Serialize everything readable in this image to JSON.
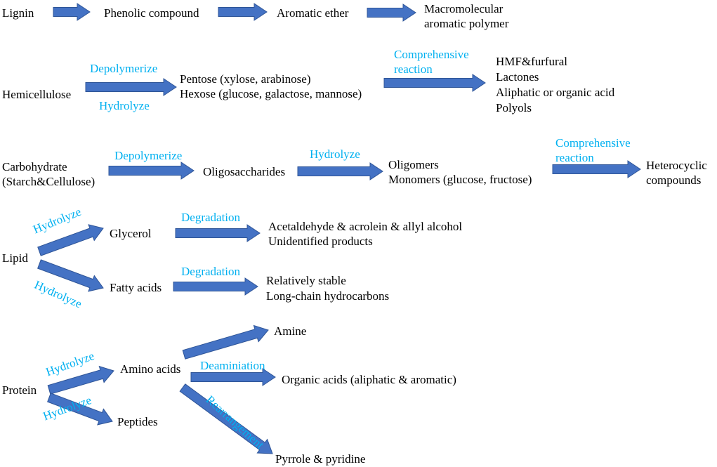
{
  "colors": {
    "arrow_fill": "#4472C4",
    "arrow_stroke": "#2F5597",
    "label": "#00B0F0",
    "text": "#000000"
  },
  "lignin": {
    "source": "Lignin",
    "step1": "Phenolic compound",
    "step2": "Aromatic ether",
    "product_line1": "Macromolecular",
    "product_line2": "aromatic polymer"
  },
  "hemicellulose": {
    "source": "Hemicellulose",
    "label_depolymerize": "Depolymerize",
    "label_hydrolyze": "Hydrolyze",
    "sugars_line1": "Pentose (xylose, arabinose)",
    "sugars_line2": "Hexose (glucose, galactose, mannose)",
    "label_reaction_line1": "Comprehensive",
    "label_reaction_line2": "reaction",
    "products": [
      "HMF&furfural",
      "Lactones",
      "Aliphatic or organic acid",
      "Polyols"
    ]
  },
  "carbohydrate": {
    "source_line1": "Carbohydrate",
    "source_line2": "(Starch&Cellulose)",
    "label_depolymerize": "Depolymerize",
    "intermediate": "Oligosaccharides",
    "label_hydrolyze": "Hydrolyze",
    "oligomers": "Oligomers",
    "monomers": "Monomers (glucose, fructose)",
    "label_reaction_line1": "Comprehensive",
    "label_reaction_line2": "reaction",
    "product_line1": "Heterocyclic",
    "product_line2": "compounds"
  },
  "lipid": {
    "source": "Lipid",
    "label_hydrolyze_up": "Hydrolyze",
    "label_hydrolyze_down": "Hydrolyze",
    "glycerol": "Glycerol",
    "fatty_acids": "Fatty acids",
    "label_degradation_1": "Degradation",
    "label_degradation_2": "Degradation",
    "glycerol_products_line1": "Acetaldehyde & acrolein & allyl alcohol",
    "glycerol_products_line2": "Unidentified products",
    "fatty_products_line1": "Relatively stable",
    "fatty_products_line2": "Long-chain hydrocarbons"
  },
  "protein": {
    "source": "Protein",
    "label_hydrolyze_up": "Hydrolyze",
    "label_hydrolyze_down": "Hydrolyze",
    "amino_acids": "Amino acids",
    "peptides": "Peptides",
    "amine": "Amine",
    "label_deamination": "Deaminiation",
    "organic_acids": "Organic acids (aliphatic & aromatic)",
    "label_rearrangement": "Rearrangement",
    "pyrrole": "Pyrrole & pyridine"
  }
}
